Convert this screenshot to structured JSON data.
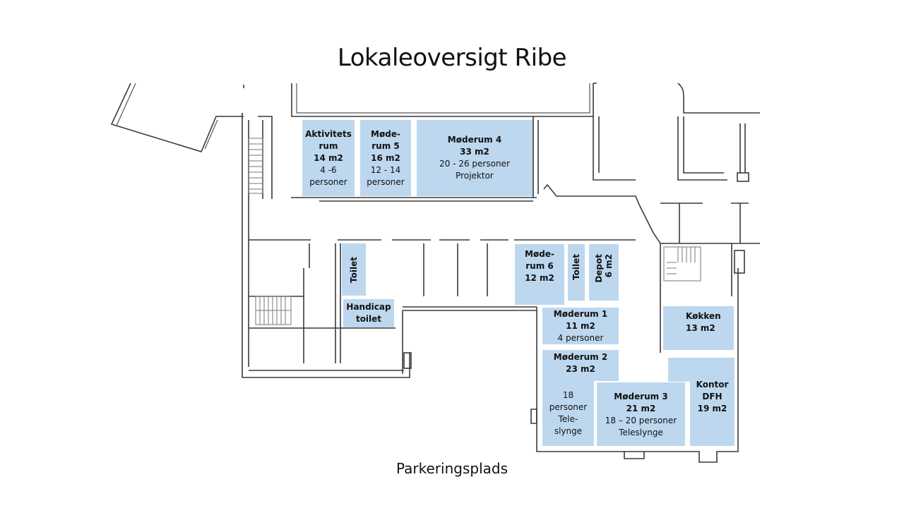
{
  "title": "Lokaleoversigt Ribe",
  "footer_label": "Parkeringsplads",
  "colors": {
    "room_fill": "#bdd7ee",
    "wall": "#3a3a3a",
    "background": "#ffffff"
  },
  "rooms": {
    "aktivitetsrum": {
      "name_line1": "Aktivitets",
      "name_line2": "rum",
      "area": "14 m2",
      "capacity_line1": "4 -6",
      "capacity_line2": "personer"
    },
    "moederum5": {
      "name_line1": "Møde-",
      "name_line2": "rum 5",
      "area": "16 m2",
      "capacity_line1": "12 - 14",
      "capacity_line2": "personer"
    },
    "moederum4": {
      "name": "Møderum 4",
      "area": "33 m2",
      "capacity": "20 - 26 personer",
      "equipment": "Projektor"
    },
    "toilet_left": {
      "name": "Toilet"
    },
    "handicap_toilet": {
      "name_line1": "Handicap",
      "name_line2": "toilet"
    },
    "moederum6": {
      "name_line1": "Møde-",
      "name_line2": "rum 6",
      "area": "12 m2"
    },
    "toilet_right": {
      "name": "Toilet"
    },
    "depot": {
      "name": "Depot",
      "area": "6 m2"
    },
    "moederum1": {
      "name": "Møderum 1",
      "area": "11 m2",
      "capacity": "4 personer"
    },
    "koekken": {
      "name": "Køkken",
      "area": "13 m2"
    },
    "moederum2": {
      "name": "Møderum 2",
      "area": "23 m2",
      "capacity_line1": "18",
      "capacity_line2": "personer",
      "equipment_line1": "Tele-",
      "equipment_line2": "slynge"
    },
    "moederum3": {
      "name": "Møderum 3",
      "area": "21 m2",
      "capacity": "18 – 20 personer",
      "equipment": "Teleslynge"
    },
    "kontor_dfh": {
      "name_line1": "Kontor",
      "name_line2": "DFH",
      "area": "19 m2"
    }
  }
}
